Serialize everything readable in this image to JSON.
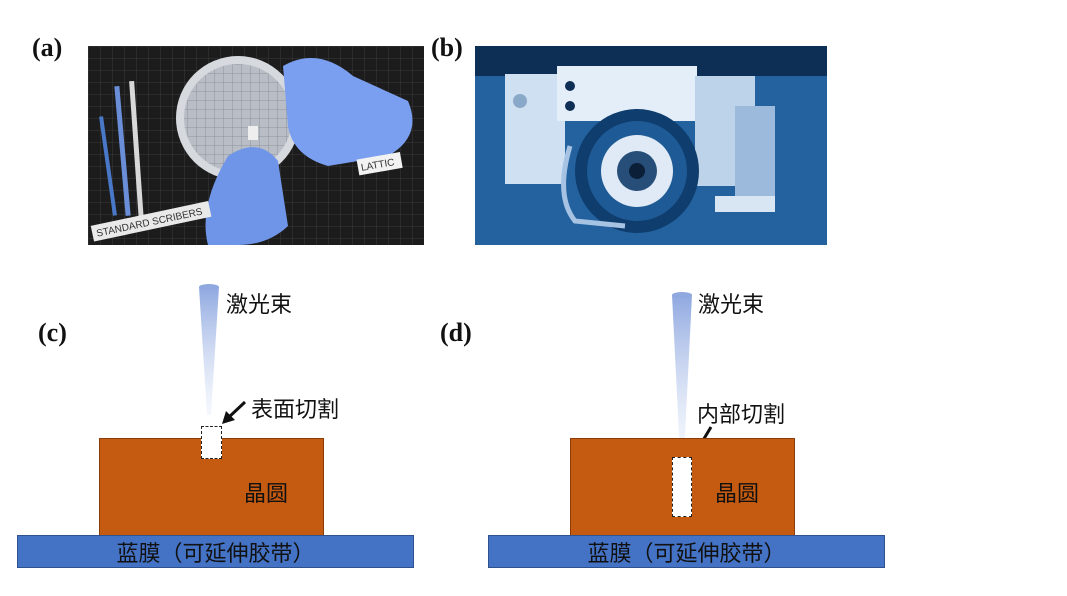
{
  "panels": {
    "a": {
      "label": "(a)",
      "photo_texts": {
        "scribers": "STANDARD SCRIBERS",
        "brand": "LATTIC"
      }
    },
    "b": {
      "label": "(b)"
    },
    "c": {
      "label": "(c)",
      "beam": "激光束",
      "cut_label": "表面切割",
      "wafer": "晶圆",
      "film": "蓝膜（可延伸胶带）"
    },
    "d": {
      "label": "(d)",
      "beam": "激光束",
      "cut_label": "内部切割",
      "wafer": "晶圆",
      "film": "蓝膜（可延伸胶带）"
    }
  },
  "colors": {
    "wafer": "#c55a11",
    "film": "#4472c4",
    "beam": "#8fa8e0",
    "photo_a_bg": "#1a1a1a",
    "photo_b_tint": "#2b6fb3",
    "glove": "#6f95e8"
  }
}
